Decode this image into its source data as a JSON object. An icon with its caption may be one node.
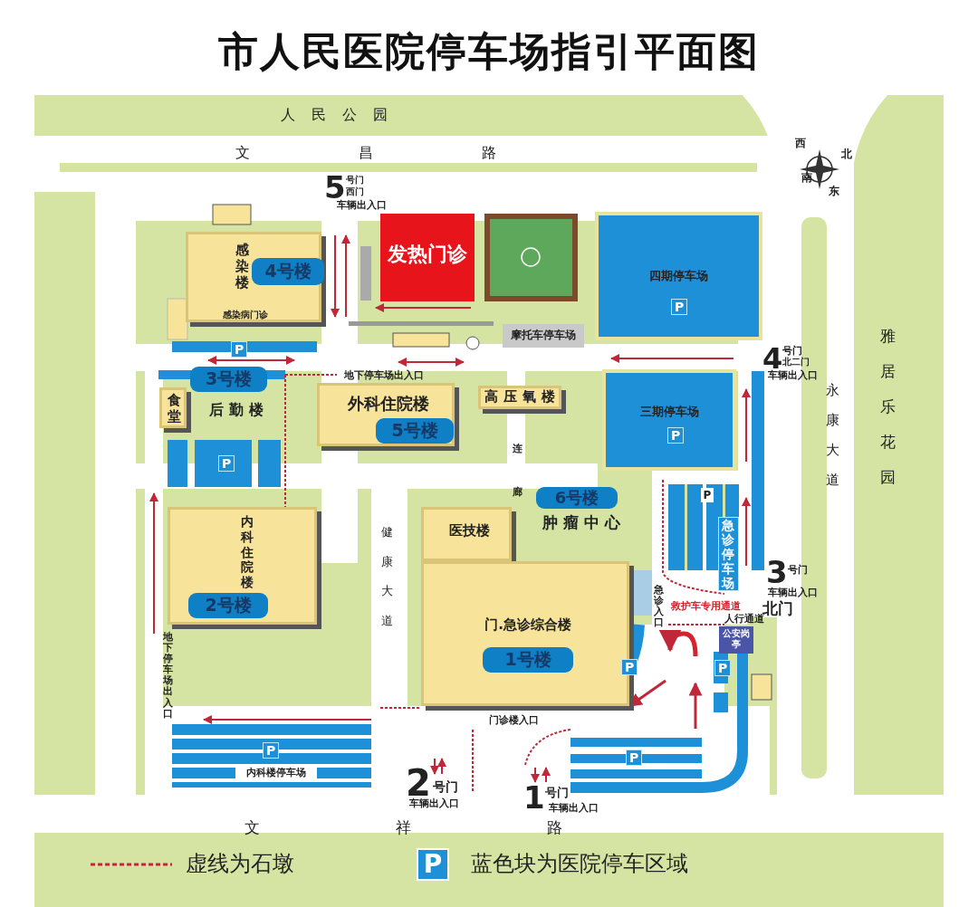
{
  "diagram": {
    "title": "市人民医院停车场指引平面图",
    "nodes": [
      {
        "text": [
          "感染楼",
          "4号楼",
          "感染病门诊"
        ]
      },
      {
        "text": [
          "发热门诊"
        ]
      },
      {
        "text": [
          "四期停车场",
          "P"
        ]
      },
      {
        "text": [
          "摩托车停车场"
        ]
      },
      {
        "text": [
          "3号楼",
          "后勤楼"
        ]
      },
      {
        "text": [
          "食堂"
        ]
      },
      {
        "text": [
          "外科住院楼",
          "5号楼"
        ]
      },
      {
        "text": [
          "高压氧楼"
        ]
      },
      {
        "text": [
          "三期停车场",
          "P"
        ]
      },
      {
        "text": [
          "6号楼",
          "肿瘤中心"
        ]
      },
      {
        "text": [
          "医技楼"
        ]
      },
      {
        "text": [
          "门.急诊综合楼",
          "1号楼"
        ]
      },
      {
        "text": [
          "内科住院楼",
          "2号楼"
        ]
      },
      {
        "text": [
          "急诊停车场",
          "P"
        ]
      },
      {
        "text": [
          "P",
          "内科楼停车场"
        ]
      },
      {
        "text": [
          "公安岗亭"
        ]
      }
    ],
    "labels": [
      "人民公园",
      "文昌路",
      "5",
      "号门",
      "西门",
      "车辆出入口",
      "4",
      "号门",
      "北二门",
      "车辆出入口",
      "永康大道",
      "雅居乐花园",
      "3",
      "号门",
      "车辆出入口",
      "北门",
      "救护车专用通道",
      "人行通道",
      "健康大道",
      "门诊楼入口",
      "地下停车场出入口",
      "地下停车场出入口",
      "急诊入口",
      "2",
      "号门",
      "车辆出入口",
      "1",
      "号门",
      "车辆出入口",
      "文祥路",
      "北",
      "南",
      "东",
      "西",
      "P",
      "P",
      "P",
      "P",
      "P",
      "连",
      "廊",
      "P"
    ],
    "legend": [
      {
        "text": "虚线为石墩"
      },
      {
        "text": "蓝色块为医院停车区域",
        "color": "#1e90d8"
      }
    ]
  }
}
